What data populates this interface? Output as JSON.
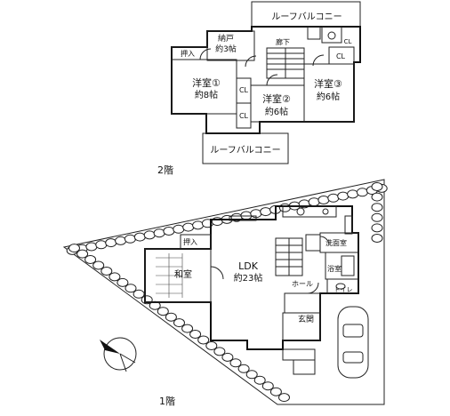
{
  "floors": {
    "upper": {
      "floor_label": "2階",
      "rooms": {
        "western_room_1": {
          "name": "洋室①",
          "size": "約8帖"
        },
        "western_room_2": {
          "name": "洋室②",
          "size": "約6帖"
        },
        "western_room_3": {
          "name": "洋室③",
          "size": "約6帖"
        },
        "storeroom": {
          "name": "納戸",
          "size": "約3帖"
        },
        "hallway": "廊下",
        "closet_oshiire": "押入",
        "closet_a": "CL",
        "closet_b": "CL",
        "closet_c": "CL",
        "closet_d": "CL",
        "roof_balcony_top": "ルーフバルコニー",
        "roof_balcony_bottom": "ルーフバルコニー"
      }
    },
    "ground": {
      "floor_label": "1階",
      "rooms": {
        "ldk": {
          "name": "LDK",
          "size": "約23帖"
        },
        "japanese_room": "和室",
        "closet_oshiire": "押入",
        "washroom": "洗面室",
        "bathroom": "浴室",
        "toilet": "トイレ",
        "hall": "ホール",
        "entrance": "玄関"
      }
    }
  },
  "icons": {
    "compass": "north-arrow-icon",
    "car": "car-icon"
  }
}
